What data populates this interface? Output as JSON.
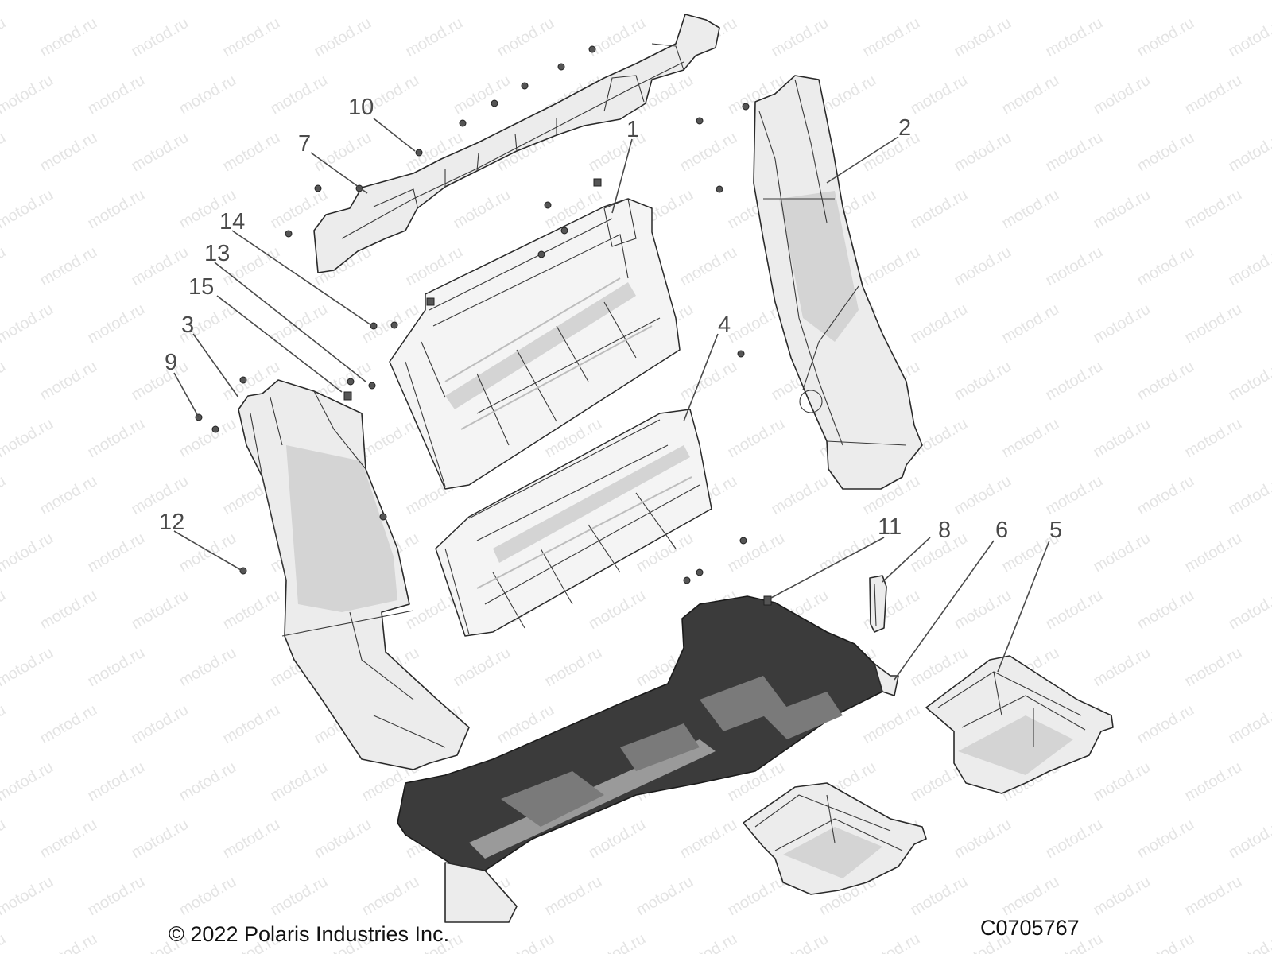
{
  "watermark": "motod.ru",
  "copyright": "© 2022 Polaris Industries Inc.",
  "diagram_code": "C0705767",
  "callouts": {
    "c1": "1",
    "c2": "2",
    "c3": "3",
    "c4": "4",
    "c5": "5",
    "c6": "6",
    "c7": "7",
    "c8": "8",
    "c9": "9",
    "c10": "10",
    "c11": "11",
    "c12": "12",
    "c13": "13",
    "c14": "14",
    "c15": "15"
  },
  "colors": {
    "line": "#2a2a2a",
    "callout": "#4a4a4a",
    "panel": "#ececec",
    "floor": "#3b3b3b"
  }
}
